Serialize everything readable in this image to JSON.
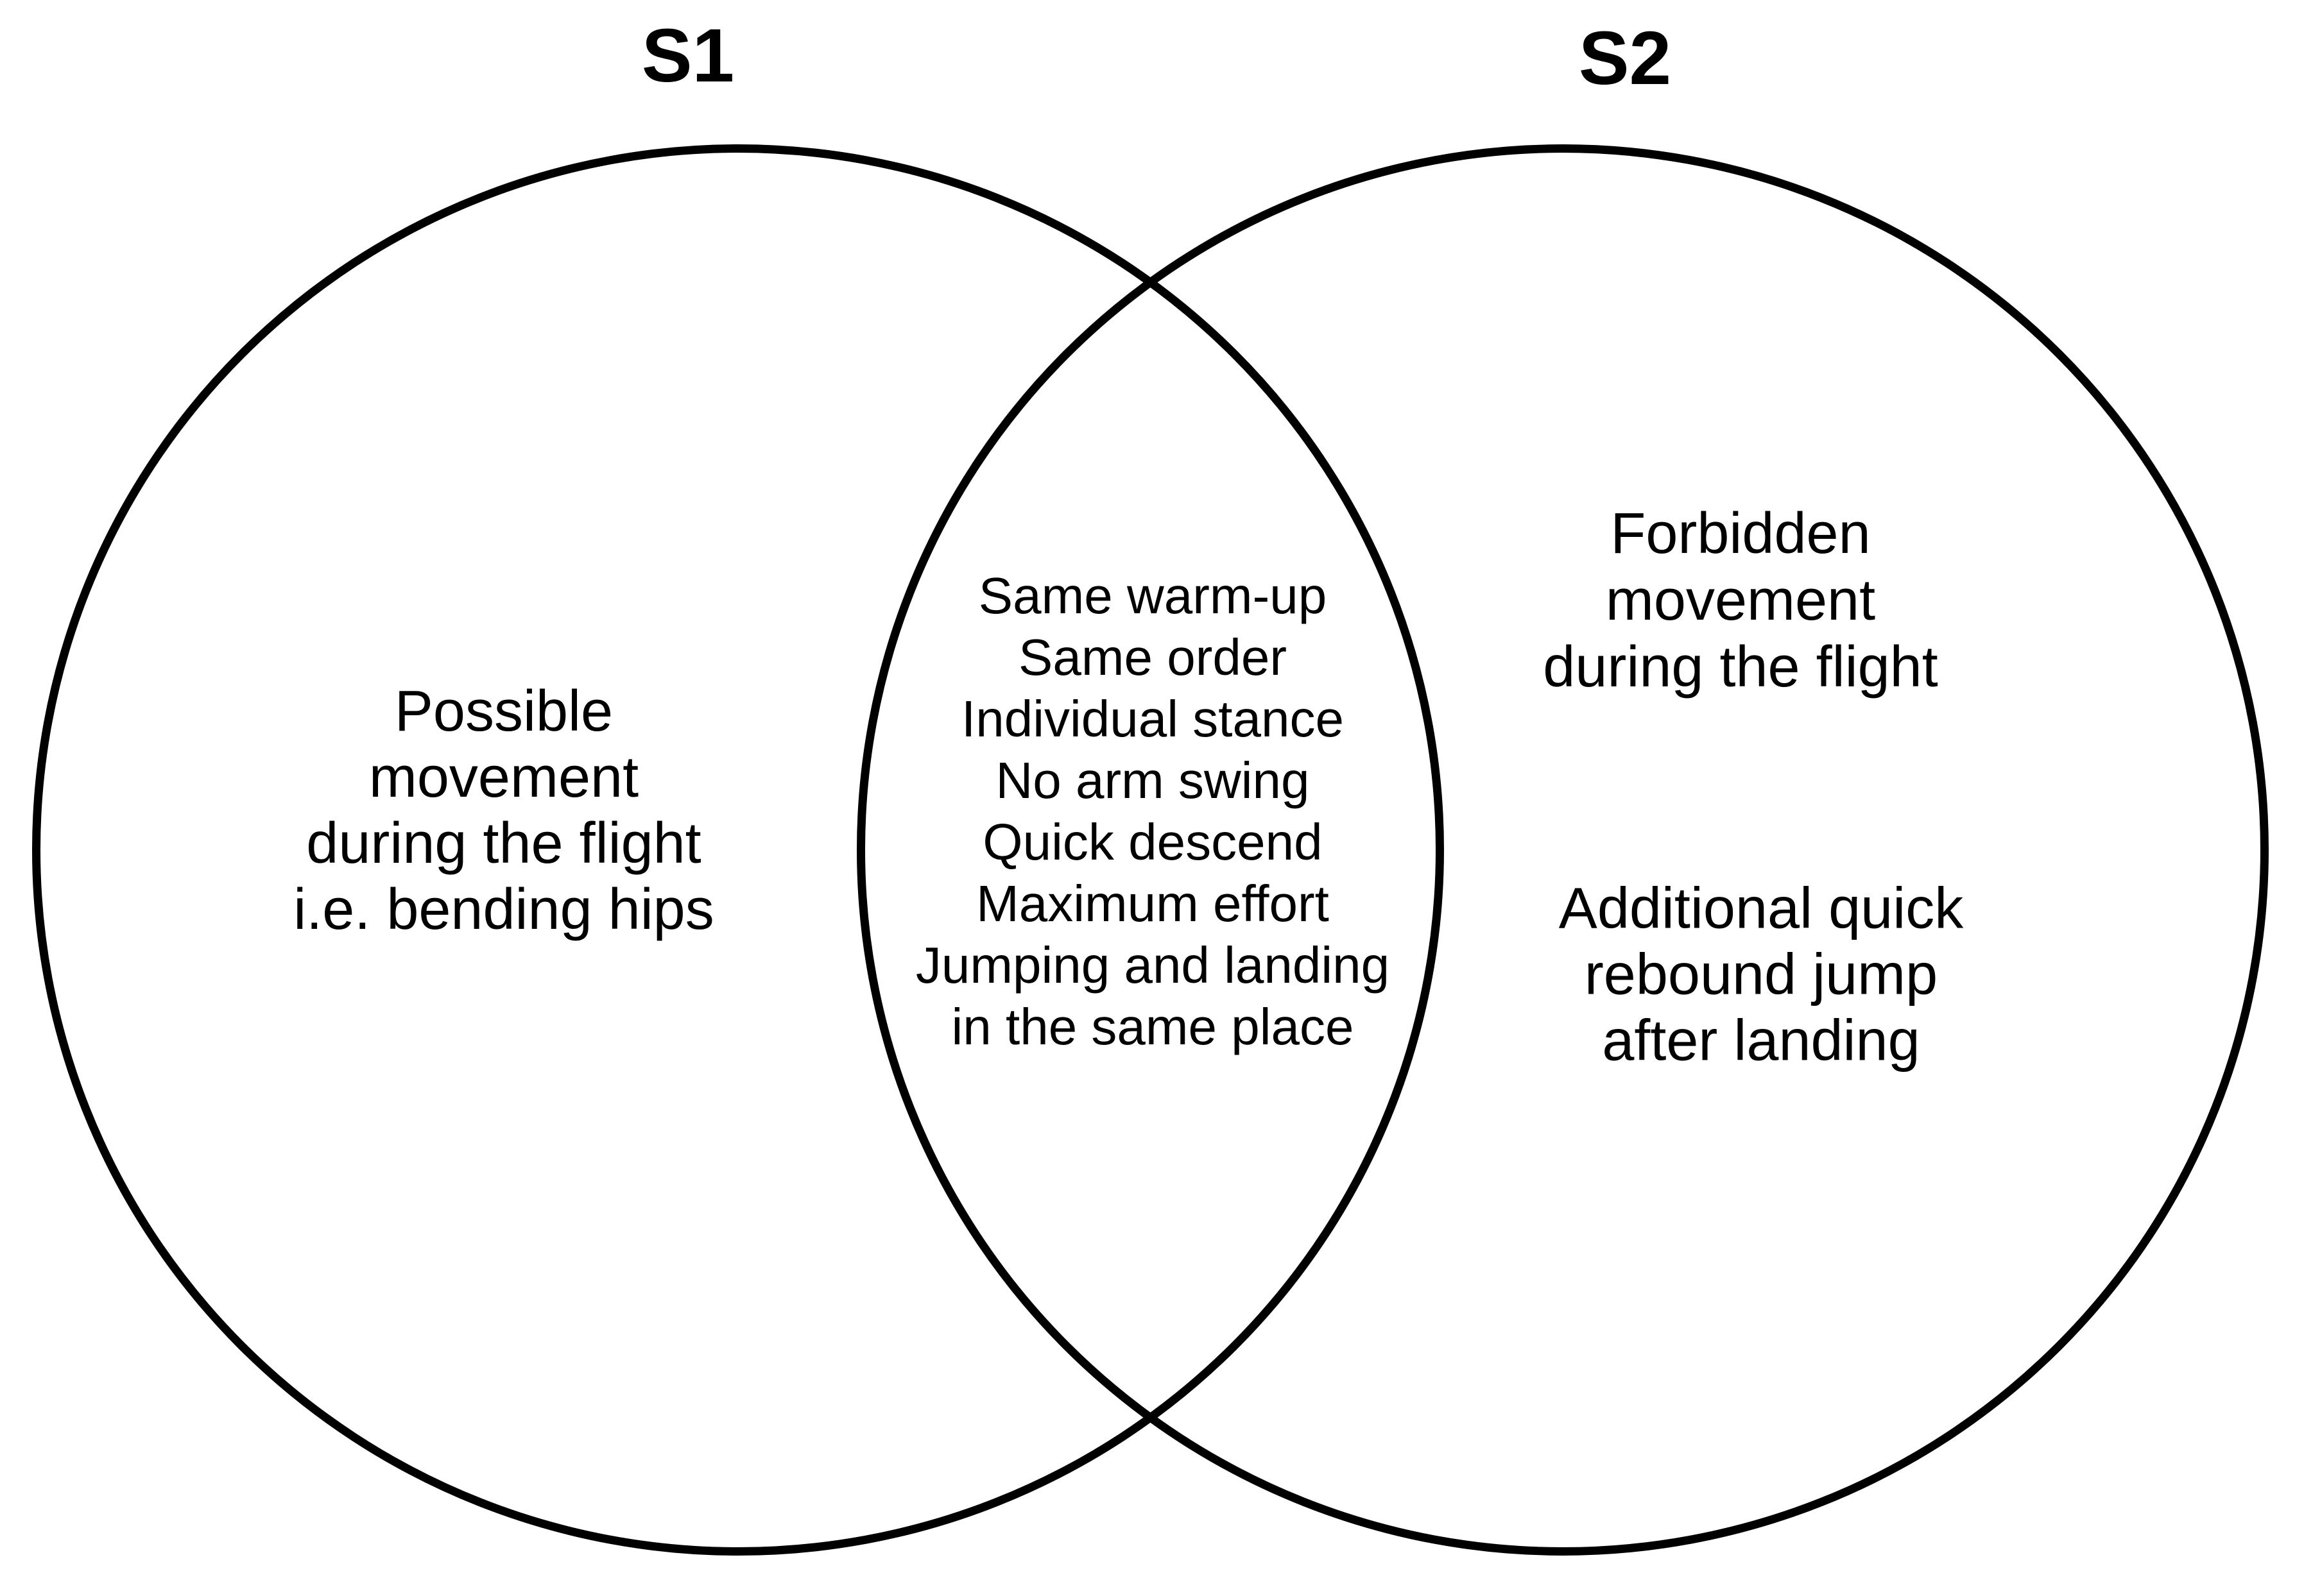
{
  "diagram": {
    "type": "venn",
    "background_color": "#ffffff",
    "circle_stroke_color": "#000000",
    "text_color": "#000000",
    "set_left": {
      "label": "S1",
      "exclusive_text": "Possible\nmovement\nduring the flight\ni.e. bending hips"
    },
    "set_right": {
      "label": "S2",
      "exclusive_text_top": "Forbidden\nmovement\nduring the flight",
      "exclusive_text_bottom": "Additional quick\nrebound jump\nafter landing"
    },
    "intersection": {
      "text": "Same warm-up\nSame order\nIndividual stance\nNo arm swing\nQuick descend\nMaximum effort\nJumping and landing\nin the same place"
    }
  }
}
